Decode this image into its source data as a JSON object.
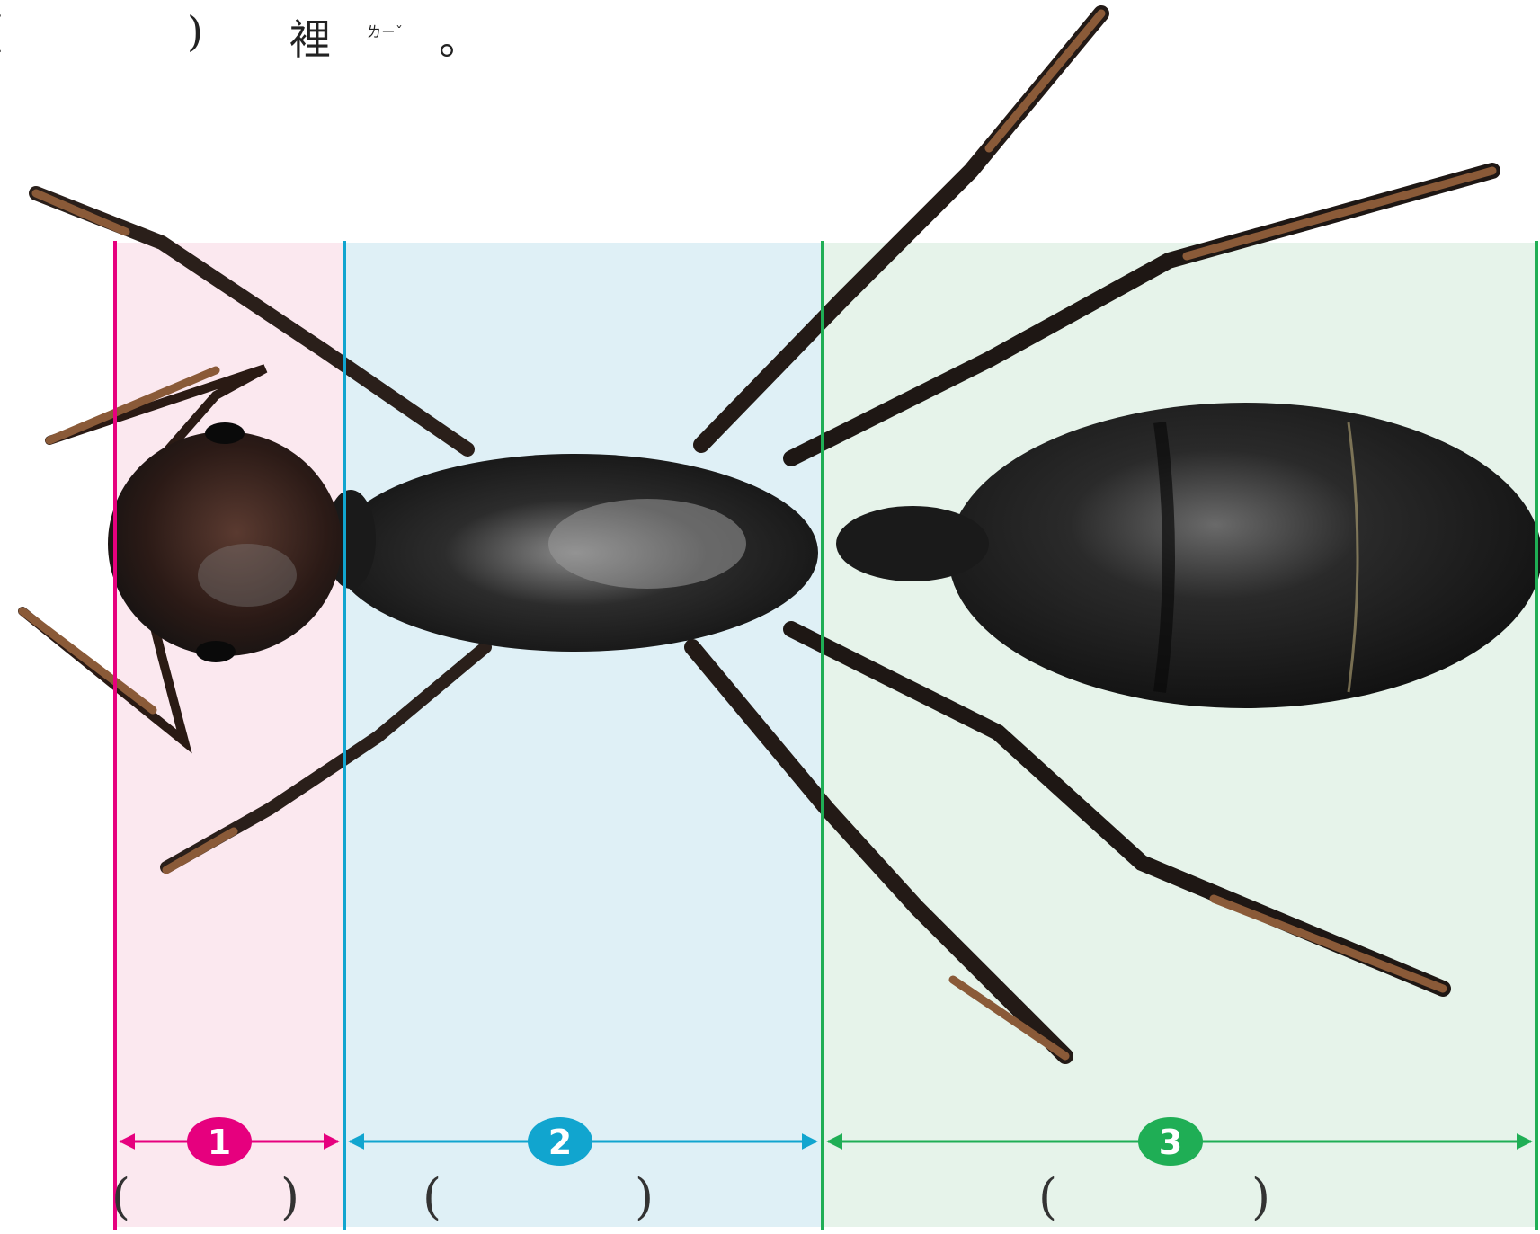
{
  "top_text": {
    "open_paren": "(",
    "close_paren": ")",
    "char": "裡",
    "zhuyin": "ㄌㄧˇ",
    "period": "。"
  },
  "sections": [
    {
      "number": "1",
      "color": "#e6007e",
      "fill": "#fbe8ef",
      "answer_open": "(",
      "answer_close": ")"
    },
    {
      "number": "2",
      "color": "#11a5cf",
      "fill": "#dff0f6",
      "answer_open": "(",
      "answer_close": ")"
    },
    {
      "number": "3",
      "color": "#1fae55",
      "fill": "#e6f3ea",
      "answer_open": "(",
      "answer_close": ")"
    }
  ]
}
